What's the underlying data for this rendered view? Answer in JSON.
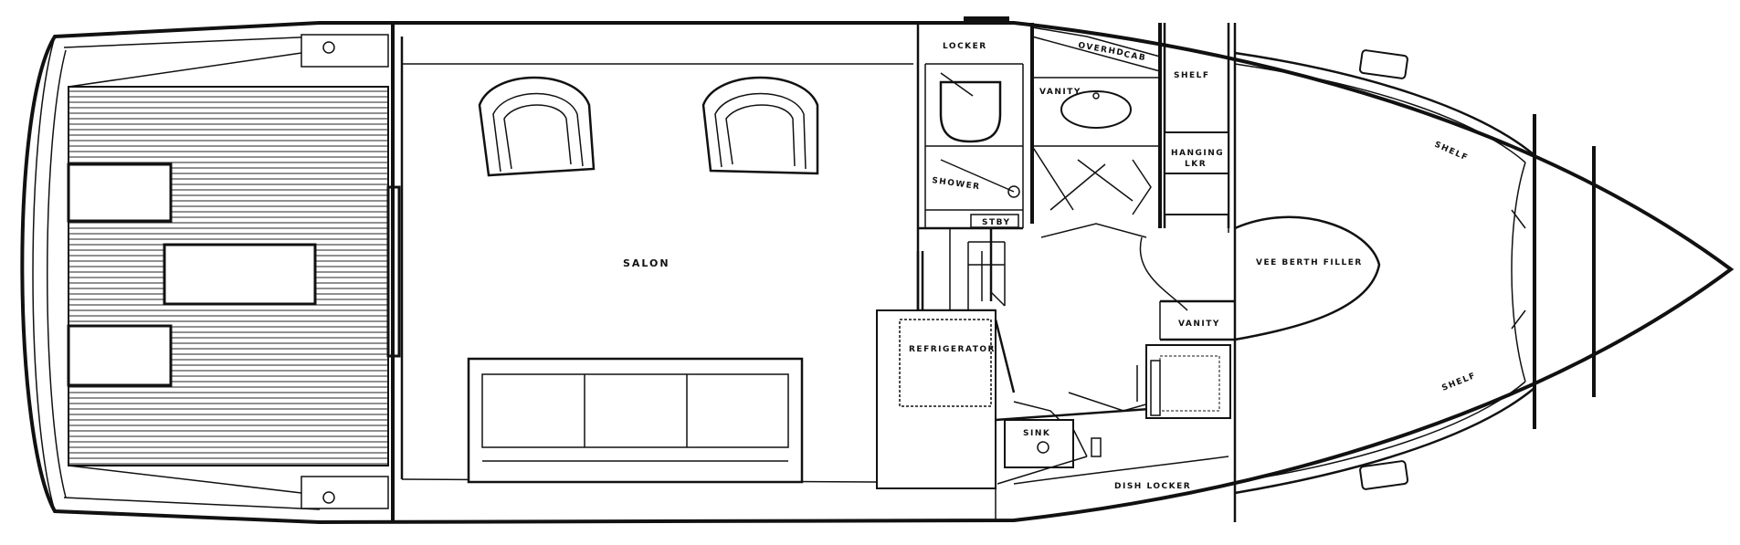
{
  "labels": {
    "salon": "SALON",
    "locker": "LOCKER",
    "overhead_cab": "OVERHD",
    "cab": "CAB",
    "shelf_top": "SHELF",
    "vanity_head": "VANITY",
    "shower": "SHOWER",
    "hanging_lkr_1": "HANGING",
    "hanging_lkr_2": "LKR",
    "stby": "STBY",
    "vee_berth_filler": "VEE BERTH FILLER",
    "vanity_fwd": "VANITY",
    "refrigerator": "REFRIGERATOR",
    "sink": "SINK",
    "dish_locker": "DISH LOCKER",
    "shelf_stbd": "SHELF",
    "shelf_port": "SHELF"
  },
  "colors": {
    "line": "#111111",
    "background": "#ffffff"
  }
}
